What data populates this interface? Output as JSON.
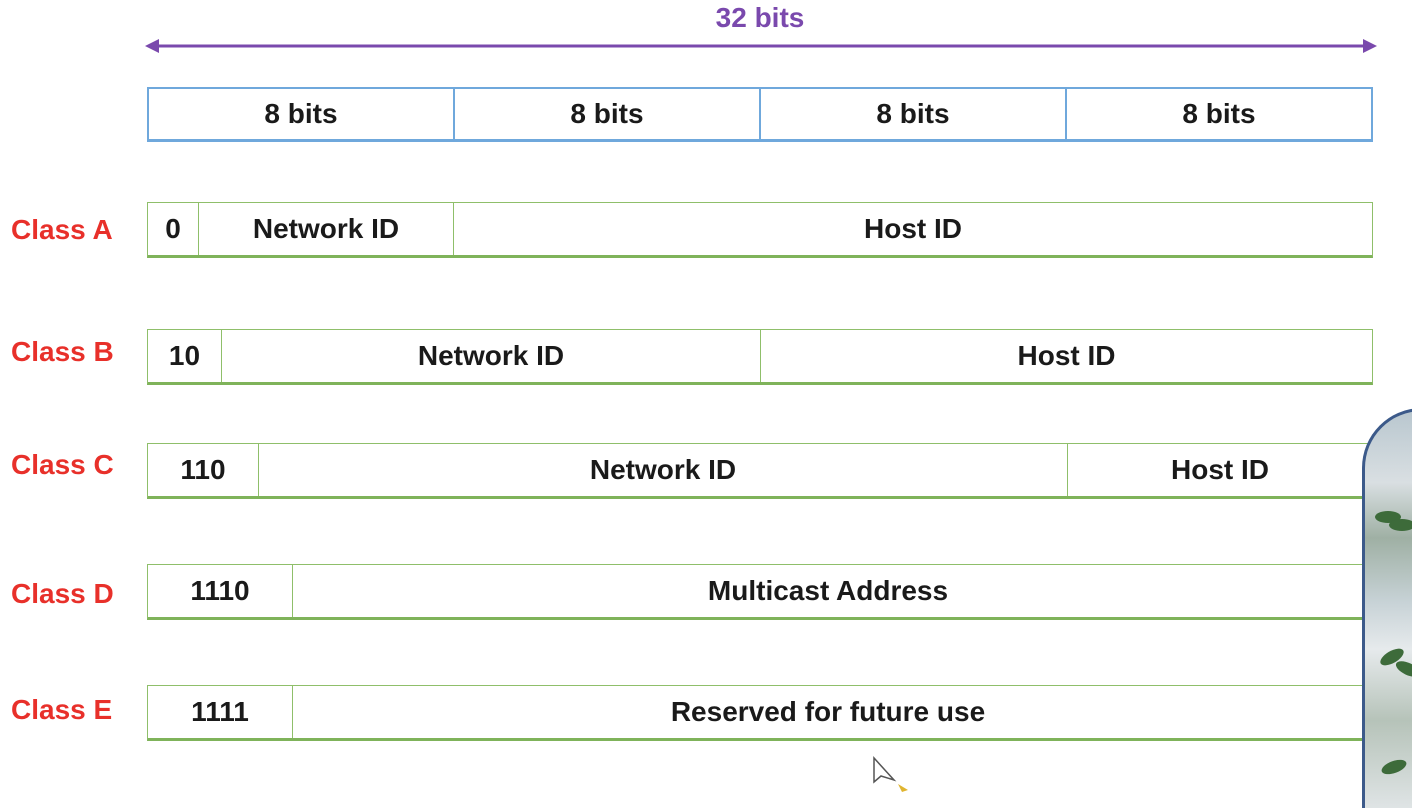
{
  "span": {
    "label": "32 bits",
    "color": "#7a49ad"
  },
  "ruler": {
    "cells": [
      "8 bits",
      "8 bits",
      "8 bits",
      "8 bits"
    ],
    "border_color": "#6fa8dc"
  },
  "class_label_color": "#e8302a",
  "row_border_color": "#8fbf6a",
  "classes": [
    {
      "label": "Class A",
      "fields": [
        "0",
        "Network ID",
        "Host ID"
      ]
    },
    {
      "label": "Class B",
      "fields": [
        "10",
        "Network ID",
        "Host ID"
      ]
    },
    {
      "label": "Class C",
      "fields": [
        "110",
        "Network ID",
        "Host ID"
      ]
    },
    {
      "label": "Class D",
      "fields": [
        "1110",
        "Multicast Address"
      ]
    },
    {
      "label": "Class E",
      "fields": [
        "1111",
        "Reserved for future use"
      ]
    }
  ],
  "icons": {
    "cursor": "mouse-pointer-icon"
  }
}
